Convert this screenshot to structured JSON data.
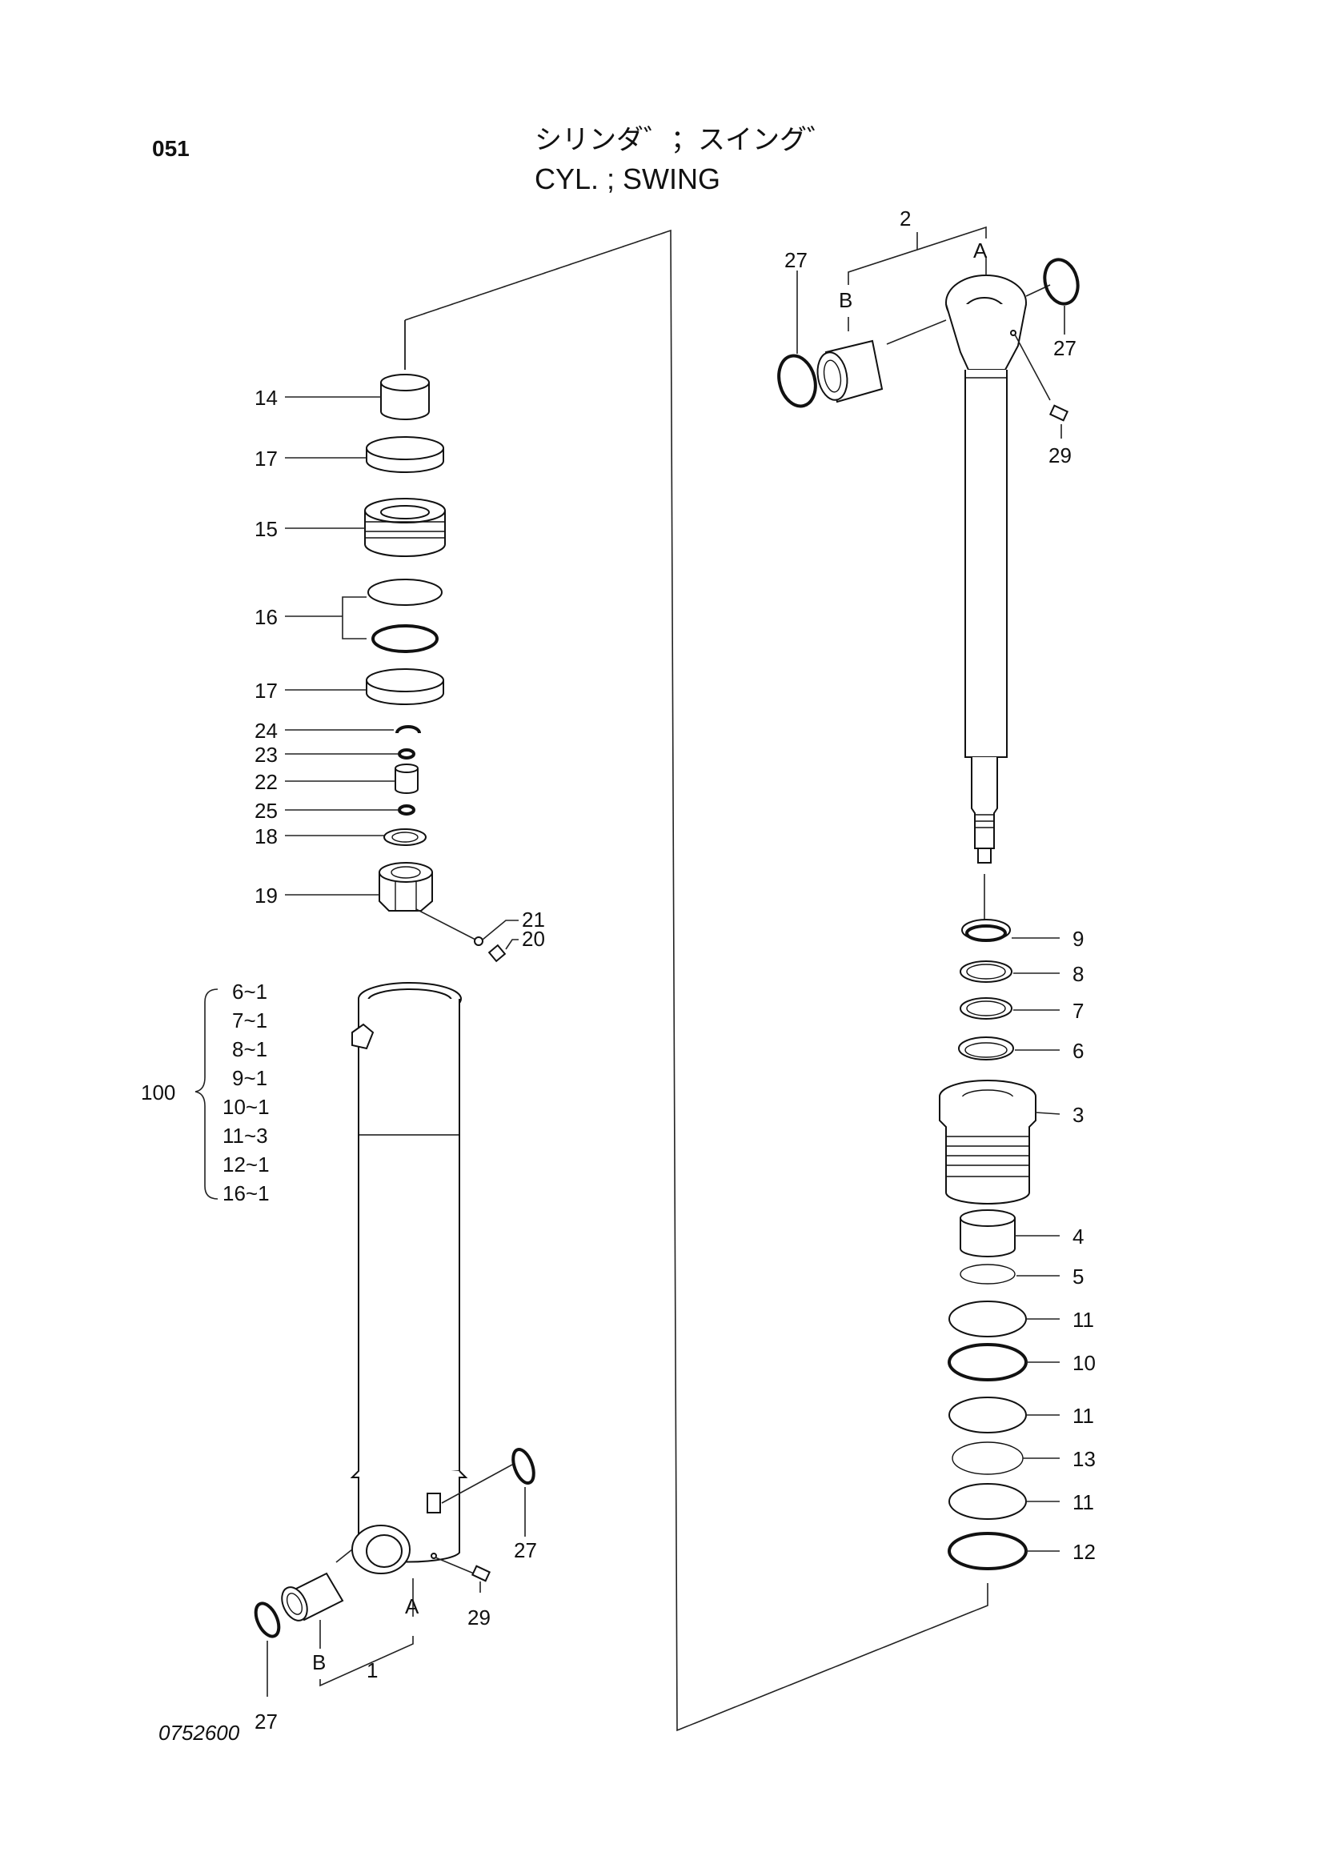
{
  "header": {
    "page_number": "051",
    "title_jp": "シリンダ゛；スイング゛",
    "title_en": "CYL. ; SWING"
  },
  "footer": {
    "drawing_number": "0752600"
  },
  "callouts": {
    "c14": "14",
    "c17a": "17",
    "c15": "15",
    "c16": "16",
    "c17b": "17",
    "c24": "24",
    "c23": "23",
    "c22": "22",
    "c25": "25",
    "c18": "18",
    "c19": "19",
    "c21": "21",
    "c20": "20",
    "c27_bl": "27",
    "c27_bm": "27",
    "c29_b": "29",
    "cA_b": "A",
    "cB_b": "B",
    "c1": "1",
    "c2": "2",
    "cA_t": "A",
    "cB_t": "B",
    "c27_tl": "27",
    "c27_tr": "27",
    "c29_t": "29",
    "c9": "9",
    "c8": "8",
    "c7": "7",
    "c6": "6",
    "c3": "3",
    "c4": "4",
    "c5": "5",
    "c11a": "11",
    "c10": "10",
    "c11b": "11",
    "c13": "13",
    "c11c": "11",
    "c12": "12"
  },
  "kit": {
    "number": "100",
    "items": [
      "6~1",
      "7~1",
      "8~1",
      "9~1",
      "10~1",
      "11~3",
      "12~1",
      "16~1"
    ]
  }
}
